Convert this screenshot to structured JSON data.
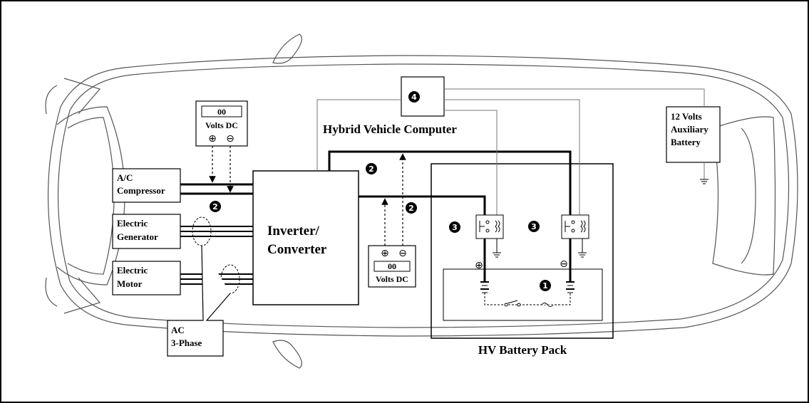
{
  "labels": {
    "ac_compressor_1": "A/C",
    "ac_compressor_2": "Compressor",
    "generator_1": "Electric",
    "generator_2": "Generator",
    "motor_1": "Electric",
    "motor_2": "Motor",
    "inverter_1": "Inverter/",
    "inverter_2": "Converter",
    "hv_computer": "Hybrid Vehicle Computer",
    "aux_battery_1": "12 Volts",
    "aux_battery_2": "Auxiliary",
    "aux_battery_3": "Battery",
    "ac_phase_1": "AC",
    "ac_phase_2": "3-Phase",
    "hv_battery_pack": "HV Battery Pack"
  },
  "meters": {
    "left": {
      "reading": "00",
      "unit": "Volts DC",
      "plus": "⊕",
      "minus": "⊖"
    },
    "center": {
      "reading": "00",
      "unit": "Volts DC",
      "plus": "⊕",
      "minus": "⊖"
    }
  },
  "markers": {
    "one": "1",
    "two": "2",
    "three": "3",
    "four": "4"
  },
  "polarity": {
    "plus": "⊕",
    "minus": "⊖"
  }
}
